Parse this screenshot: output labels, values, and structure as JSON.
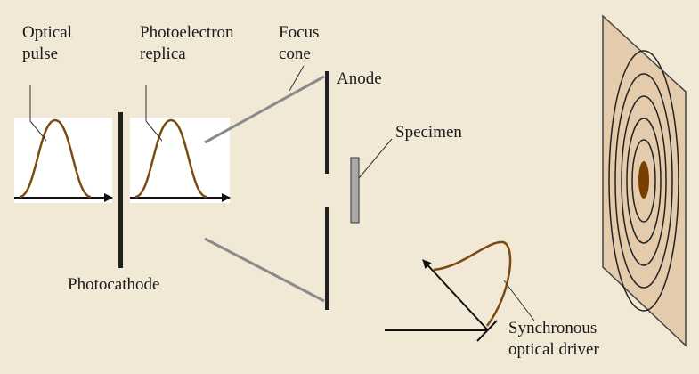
{
  "labels": {
    "optical_pulse_line1": "Optical",
    "optical_pulse_line2": "pulse",
    "photoelectron_line1": "Photoelectron",
    "photoelectron_line2": "replica",
    "focus_cone_line1": "Focus",
    "focus_cone_line2": "cone",
    "anode": "Anode",
    "specimen": "Specimen",
    "photocathode": "Photocathode",
    "driver_line1": "Synchronous",
    "driver_line2": "optical driver"
  },
  "colors": {
    "background": "#f2e8d6",
    "pulse_curve": "#7a4a10",
    "plate": "#1f1f1f",
    "cone_line": "#8a8a8a",
    "specimen_fill": "#a8a8a8",
    "screen_fill": "#e3cbab",
    "diffraction_center": "#7a3e00"
  }
}
